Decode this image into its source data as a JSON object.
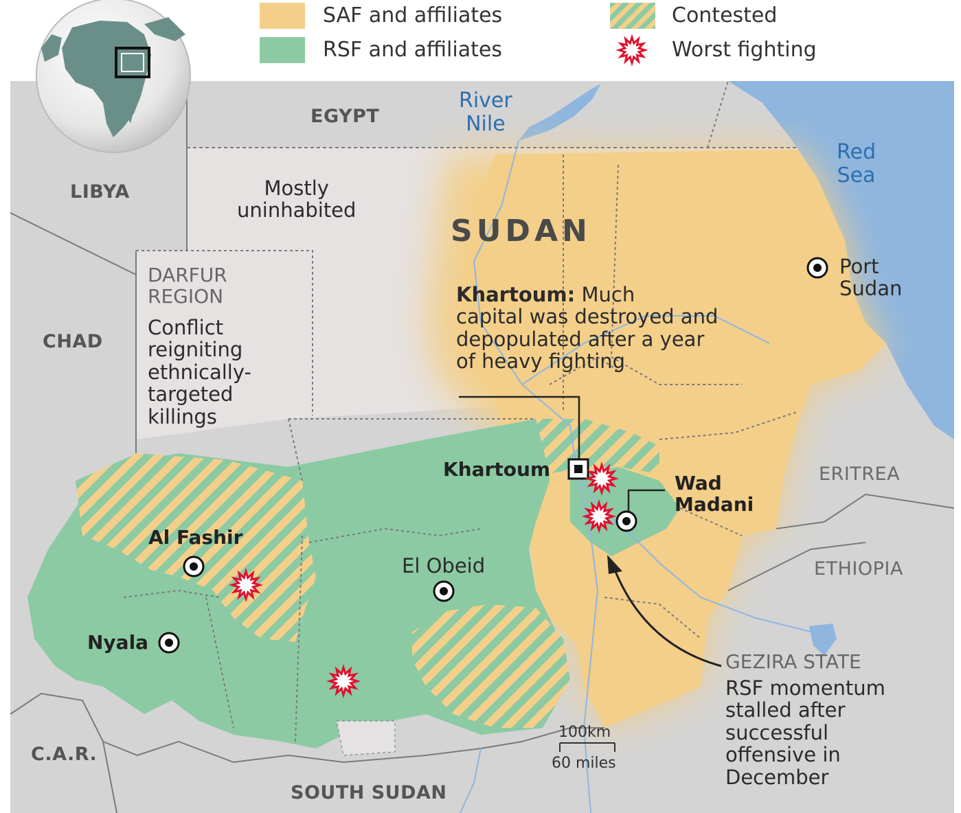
{
  "legend": {
    "saf": "SAF and affiliates",
    "rsf": "RSF and affiliates",
    "contested": "Contested",
    "worst": "Worst fighting"
  },
  "colors": {
    "saf": "#f3cf8a",
    "rsf": "#8ccaa4",
    "contested_a": "#f3cf8a",
    "contested_b": "#8ccaa4",
    "uninhabited": "#e6e2e2",
    "land": "#d4d4d4",
    "water": "#8fb6df",
    "burst": "#e0102f"
  },
  "countries": {
    "egypt": "EGYPT",
    "libya": "LIBYA",
    "chad": "CHAD",
    "car": "C.A.R.",
    "south_sudan": "SOUTH SUDAN",
    "eritrea": "ERITREA",
    "ethiopia": "ETHIOPIA",
    "sudan": "SUDAN"
  },
  "water": {
    "river_nile": "River\nNile",
    "red_sea": "Red\nSea"
  },
  "regions": {
    "uninhabited": "Mostly\nuninhabited",
    "darfur_head": "DARFUR\nREGION",
    "darfur_body": "Conflict\nreigniting\nethnically-\ntargeted\nkillings",
    "gezira_head": "GEZIRA STATE",
    "gezira_body": "RSF momentum\nstalled after\nsuccessful\noffensive in\nDecember"
  },
  "khartoum_note": {
    "bold": "Khartoum:",
    "rest": " Much\ncapital was destroyed and\ndepopulated after a year\nof heavy fighting"
  },
  "cities": {
    "khartoum": "Khartoum",
    "wad_madani": "Wad\nMadani",
    "al_fashir": "Al Fashir",
    "el_obeid": "El Obeid",
    "nyala": "Nyala",
    "port_sudan": "Port\nSudan"
  },
  "scale": {
    "km": "100km",
    "miles": "60 miles"
  },
  "icons": [
    "globe-icon",
    "city-marker-icon",
    "capital-marker-icon",
    "burst-icon"
  ]
}
